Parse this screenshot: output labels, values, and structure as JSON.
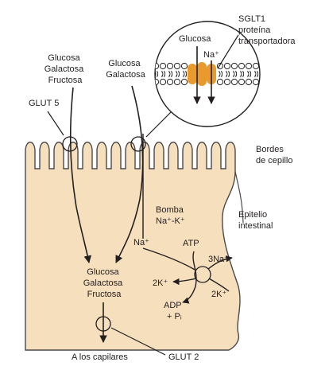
{
  "colors": {
    "cell_fill": "#f6dfbd",
    "membrane_stroke": "#4a4a4a",
    "transporter": "#e89b2c",
    "arrow": "#231f20",
    "background": "#ffffff"
  },
  "labels": {
    "sugars_left": [
      "Glucosa",
      "Galactosa",
      "Fructosa"
    ],
    "sugars_mid": [
      "Glucosa",
      "Galactosa"
    ],
    "glut5": "GLUT 5",
    "inset_glucose": "Glucosa",
    "inset_na": "Na⁺",
    "sglt1": [
      "SGLT1",
      "proteína",
      "transportadora"
    ],
    "brush_border": [
      "Bordes",
      "de cepillo"
    ],
    "pump": [
      "Bomba",
      "Na⁺-K⁺"
    ],
    "epithelium": [
      "Epitelio",
      "intestinal"
    ],
    "na_in": "Na⁺",
    "atp": "ATP",
    "na_out": "3Na⁺",
    "k_in": "2K⁺",
    "k_out": "2K⁺",
    "adp": [
      "ADP",
      "+ Pᵢ"
    ],
    "sugars_bottom": [
      "Glucosa",
      "Galactosa",
      "Fructosa"
    ],
    "capillaries": "A los capilares",
    "glut2": "GLUT 2"
  },
  "icons": {
    "glut5_channel": "circle-channel-icon",
    "sglt1_channel": "circle-channel-icon",
    "glut2_channel": "circle-channel-icon",
    "pump": "circle-pump-icon"
  }
}
